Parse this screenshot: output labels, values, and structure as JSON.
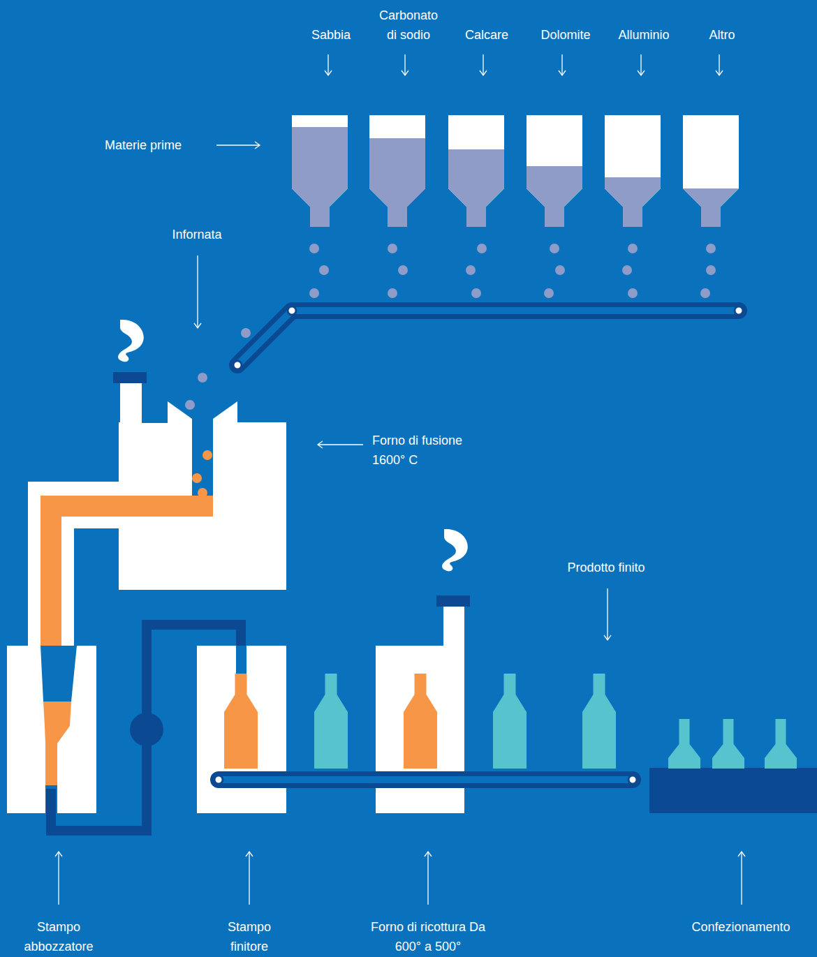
{
  "diagram": {
    "labels": [
      "Sabbia",
      "Carbonato di sodio",
      "Calcare",
      "Dolomite",
      "Alluminio",
      "Altro",
      "Materie prime",
      "Infornata",
      "Forno di fusione 1600° C",
      "Prodotto finito",
      "Stampo abbozzatore",
      "Stampo finitore",
      "Forno di ricottura Da 600° a 500°",
      "Confezionamento"
    ]
  }
}
